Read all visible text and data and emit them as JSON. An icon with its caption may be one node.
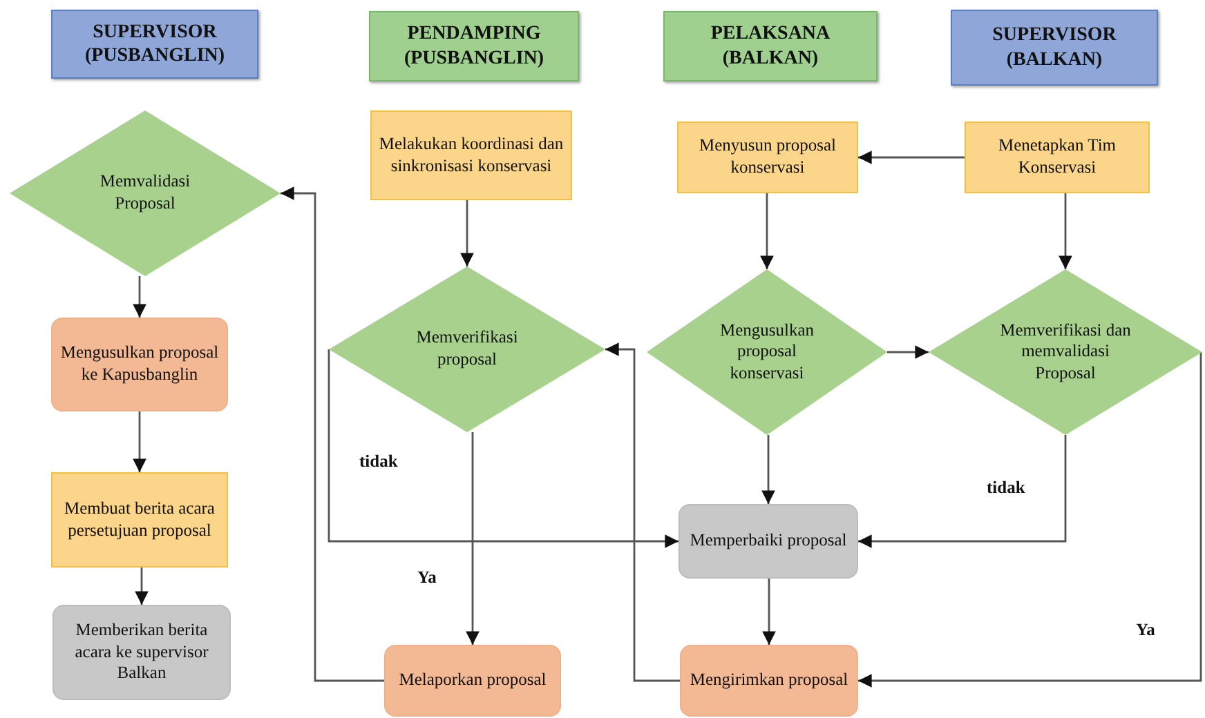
{
  "diagram": {
    "nodes": [
      {
        "text": [
          "SUPERVISOR (PUSBANGLIN)"
        ]
      },
      {
        "text": [
          "PENDAMPING (PUSBANGLIN)"
        ]
      },
      {
        "text": [
          "PELAKSANA (BALKAN)"
        ]
      },
      {
        "text": [
          "SUPERVISOR (BALKAN)"
        ]
      },
      {
        "text": [
          "Memvalidasi Proposal"
        ]
      },
      {
        "text": [
          "Melakukan koordinasi dan sinkronisasi konservasi"
        ]
      },
      {
        "text": [
          "Menyusun proposal konservasi"
        ]
      },
      {
        "text": [
          "Menetapkan Tim Konservasi"
        ]
      },
      {
        "text": [
          "Memverifikasi proposal"
        ]
      },
      {
        "text": [
          "Mengusulkan proposal konservasi"
        ]
      },
      {
        "text": [
          "Memverifikasi dan memvalidasi Proposal"
        ]
      },
      {
        "text": [
          "Mengusulkan proposal ke Kapusbanglin"
        ]
      },
      {
        "text": [
          "Membuat berita acara persetujuan proposal"
        ]
      },
      {
        "text": [
          "Memberikan berita acara ke supervisor Balkan"
        ]
      },
      {
        "text": [
          "Memperbaiki proposal"
        ]
      },
      {
        "text": [
          "Melaporkan proposal"
        ]
      },
      {
        "text": [
          "Mengirimkan proposal"
        ]
      }
    ],
    "edges": [
      {
        "from": 7,
        "to": 6,
        "arrow": "to"
      },
      {
        "from": 5,
        "to": 8,
        "arrow": "to"
      },
      {
        "from": 6,
        "to": 9,
        "arrow": "to"
      },
      {
        "from": 7,
        "to": 10,
        "arrow": "to"
      },
      {
        "from": 9,
        "to": 10,
        "arrow": "to"
      },
      {
        "from": 9,
        "to": 14,
        "arrow": "to"
      },
      {
        "from": 8,
        "to": 14,
        "arrow": "to",
        "label": "tidak"
      },
      {
        "from": 10,
        "to": 14,
        "arrow": "to",
        "label": "tidak"
      },
      {
        "from": 8,
        "to": 15,
        "arrow": "to",
        "label": "Ya"
      },
      {
        "from": 10,
        "to": 16,
        "arrow": "to",
        "label": "Ya"
      },
      {
        "from": 14,
        "to": 16,
        "arrow": "to"
      },
      {
        "from": 15,
        "to": 4,
        "arrow": "to"
      },
      {
        "from": 16,
        "to": 8,
        "arrow": "to"
      },
      {
        "from": 4,
        "to": 11,
        "arrow": "to"
      },
      {
        "from": 11,
        "to": 12,
        "arrow": "to"
      },
      {
        "from": 12,
        "to": 13,
        "arrow": "to"
      }
    ]
  }
}
